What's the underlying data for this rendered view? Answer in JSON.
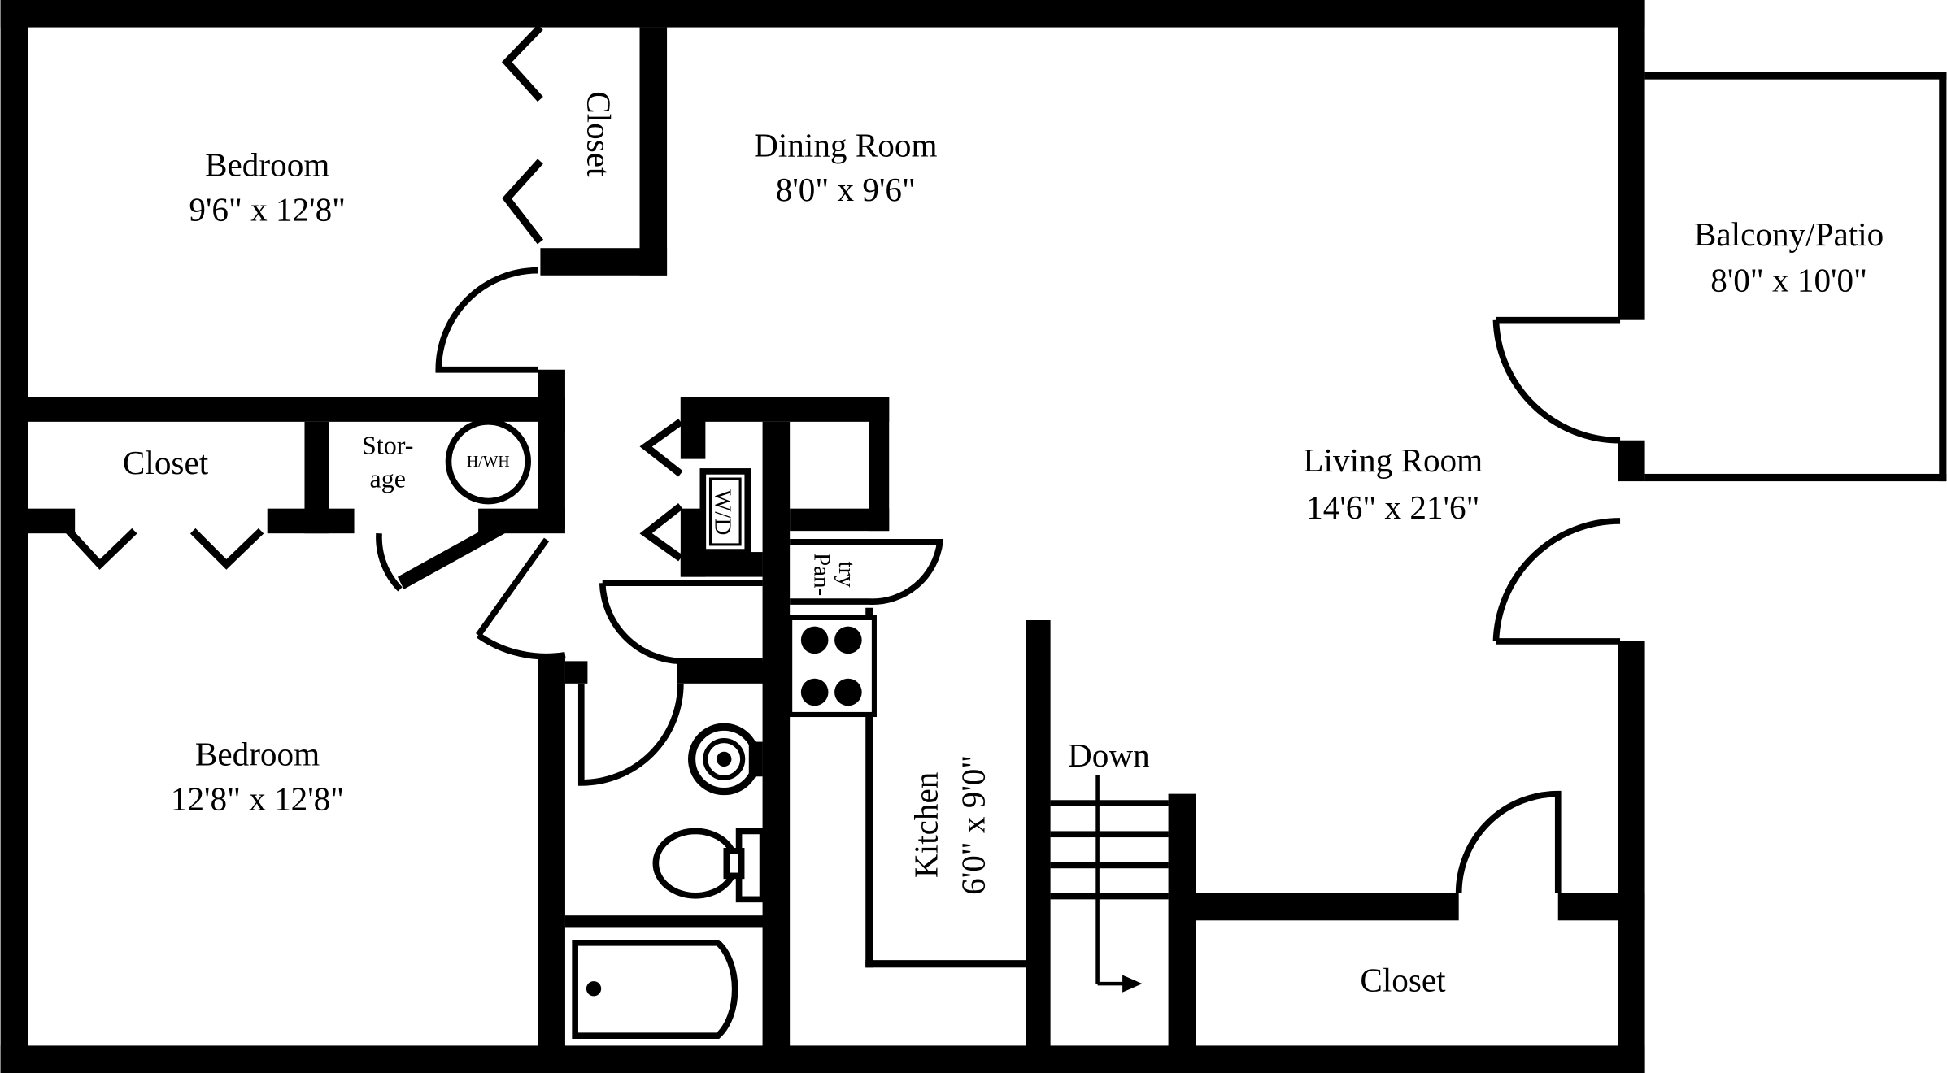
{
  "rooms": {
    "bedroom_top": {
      "name": "Bedroom",
      "size": "9'6\" x 12'8\""
    },
    "closet_top": {
      "name": "Closet"
    },
    "dining": {
      "name": "Dining Room",
      "size": "8'0\" x 9'6\""
    },
    "balcony": {
      "name": "Balcony/Patio",
      "size": "8'0\" x 10'0\""
    },
    "closet_left": {
      "name": "Closet"
    },
    "storage": {
      "line1": "Stor-",
      "line2": "age"
    },
    "water_heater": {
      "name": "H/WH"
    },
    "washer_dryer": {
      "name": "W/D"
    },
    "pantry": {
      "line1": "Pan-",
      "line2": "try"
    },
    "living": {
      "name": "Living Room",
      "size": "14'6\" x 21'6\""
    },
    "bedroom_bottom": {
      "name": "Bedroom",
      "size": "12'8\" x 12'8\""
    },
    "kitchen": {
      "name": "Kitchen",
      "size": "6'0\" x 9'0\""
    },
    "stairs": {
      "label": "Down"
    },
    "closet_bottom": {
      "name": "Closet"
    }
  }
}
